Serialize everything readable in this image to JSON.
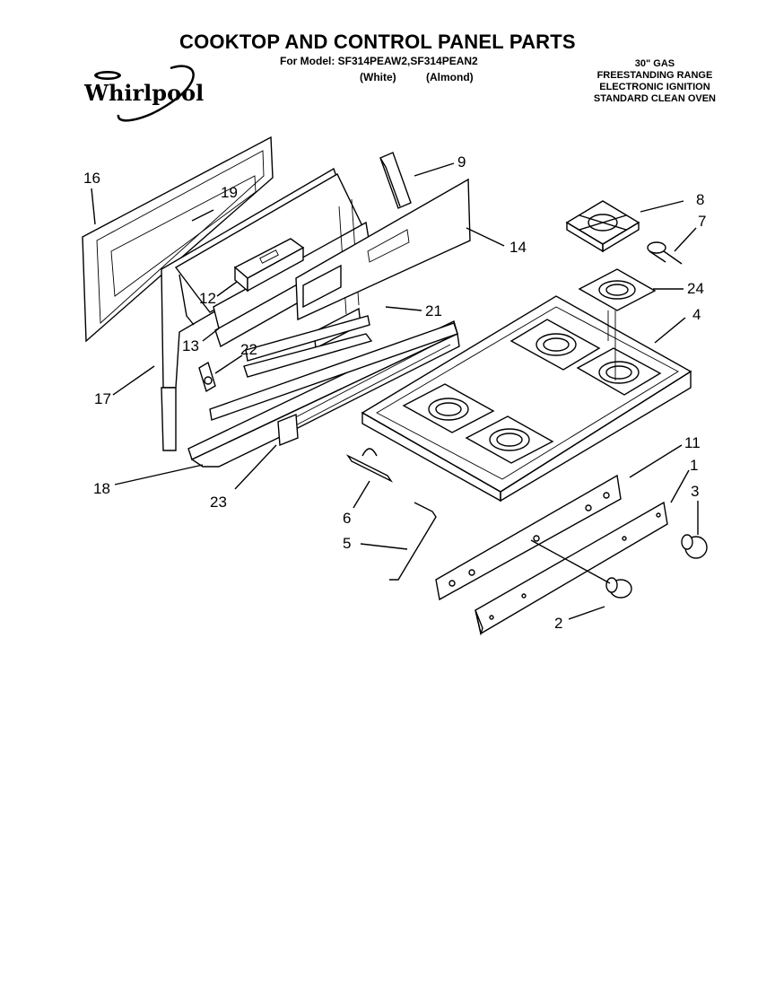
{
  "header": {
    "title": "COOKTOP AND CONTROL PANEL PARTS",
    "model_line": "For Model: SF314PEAW2,SF314PEAN2",
    "variant_white": "(White)",
    "variant_almond": "(Almond)"
  },
  "brand": {
    "name": "Whirlpool"
  },
  "spec": {
    "line1": "30\" GAS",
    "line2": "FREESTANDING RANGE",
    "line3": "ELECTRONIC IGNITION",
    "line4": "STANDARD CLEAN OVEN"
  },
  "callouts": {
    "c1": "1",
    "c2": "2",
    "c3": "3",
    "c4": "4",
    "c5": "5",
    "c6": "6",
    "c7": "7",
    "c8": "8",
    "c9": "9",
    "c11": "11",
    "c12": "12",
    "c13": "13",
    "c14": "14",
    "c16": "16",
    "c17": "17",
    "c18": "18",
    "c19": "19",
    "c21": "21",
    "c22": "22",
    "c23": "23",
    "c24": "24"
  }
}
